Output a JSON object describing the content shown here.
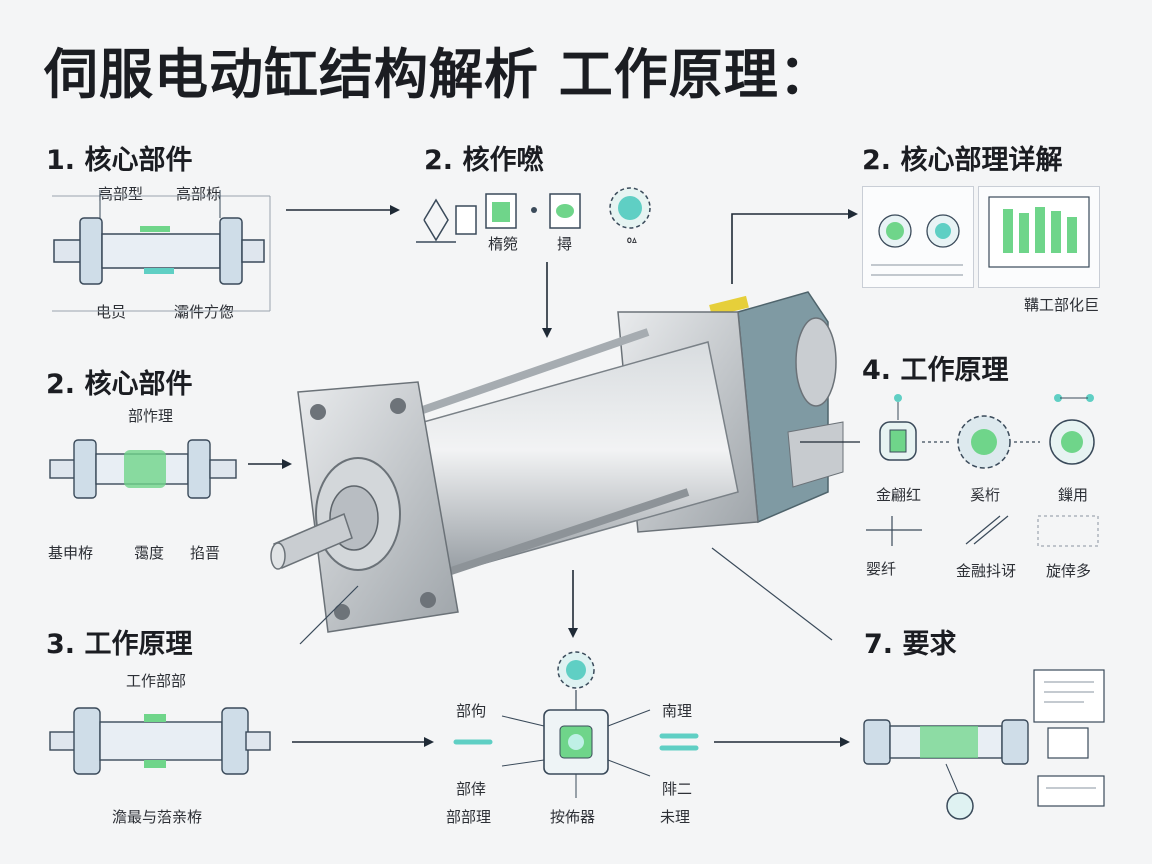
{
  "title": "伺服电动缸结构解析  工作原理：",
  "sections": {
    "s1": {
      "heading": "1. 核心部件",
      "labels": [
        "高部型",
        "高部栎",
        "电员",
        "灞件方偬"
      ]
    },
    "s2a": {
      "heading": "2. 核心部件",
      "labels": [
        "部怍理",
        "基申栫",
        "霭度",
        "掐晋"
      ]
    },
    "s3": {
      "heading": "3. 工作原理",
      "labels": [
        "工作部部",
        "澹最与菭亲栫"
      ]
    },
    "top_center": {
      "heading": "2. 核作嘫",
      "labels": [
        "楕箢",
        "撏",
        "ᅆ"
      ]
    },
    "top_right": {
      "heading": "2. 核心部理详解",
      "labels": [
        "鞲工部化巨"
      ]
    },
    "s4": {
      "heading": "4. 工作原理",
      "labels": [
        "金翩红",
        "奚桁",
        "鏁用",
        "婴纤",
        "金融抖讶",
        "旋倖多"
      ]
    },
    "s7": {
      "heading": "7. 要求"
    },
    "controller": {
      "labels": [
        "部佝",
        "南理",
        "部倖",
        "陫二",
        "部部理",
        "按佈器",
        "未理"
      ]
    }
  },
  "colors": {
    "accent_green": "#6fd58a",
    "accent_teal": "#5fcfc4",
    "metal": "#b9bec4",
    "cylinder_slate": "#7f9aa3",
    "line": "#3a4a5a",
    "part_blue": "#cfdde8"
  }
}
